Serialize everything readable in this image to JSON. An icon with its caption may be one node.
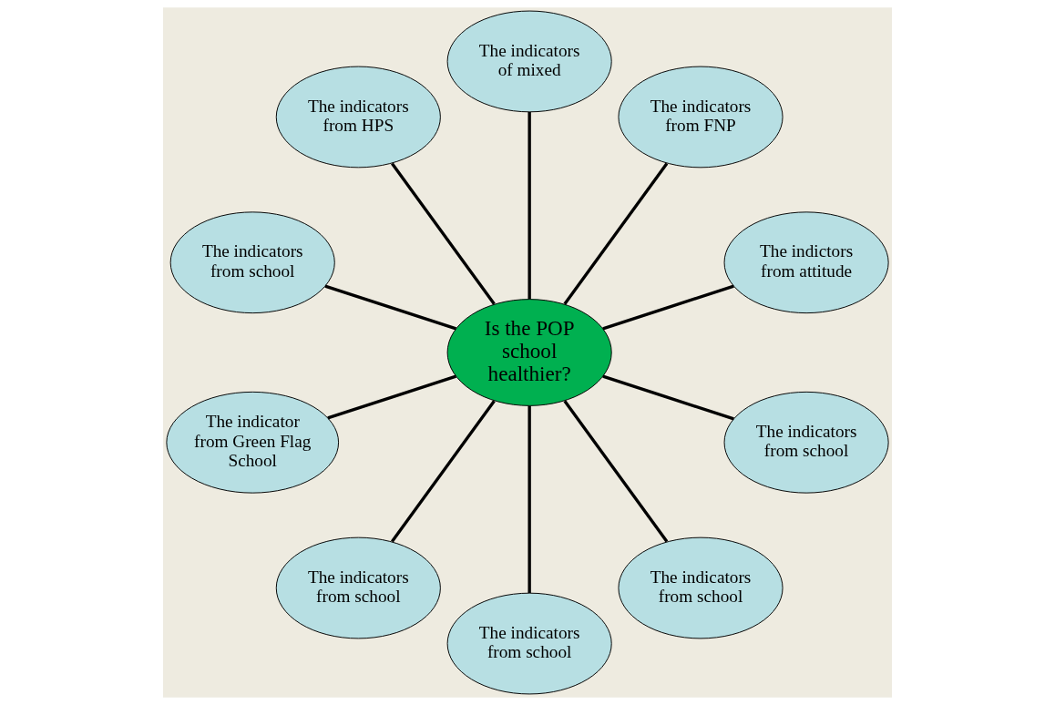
{
  "diagram": {
    "nodes": [
      {
        "text": [
          "Is the POP school healthier?"
        ]
      },
      {
        "text": [
          "The indictors from attitude"
        ]
      },
      {
        "text": [
          "The indicators from FNP"
        ]
      },
      {
        "text": [
          "The indicators of mixed"
        ]
      },
      {
        "text": [
          "The indicators from HPS"
        ]
      },
      {
        "text": [
          "The indicators from school"
        ]
      },
      {
        "text": [
          "The indicator from Green Flag School"
        ]
      },
      {
        "text": [
          "The indicators from school"
        ]
      },
      {
        "text": [
          "The indicators from school"
        ]
      },
      {
        "text": [
          "The indicators from school"
        ]
      },
      {
        "text": [
          "The indicators from school"
        ]
      }
    ],
    "edges": [
      {
        "from": 0,
        "to": 1,
        "arrow": "none"
      },
      {
        "from": 0,
        "to": 3,
        "arrow": "none"
      },
      {
        "from": 0,
        "to": 5,
        "arrow": "none"
      },
      {
        "from": 0,
        "to": 7,
        "arrow": "none"
      },
      {
        "from": 0,
        "to": 9,
        "arrow": "none"
      },
      {
        "from": 0,
        "to": 10,
        "arrow": "none"
      },
      {
        "from": 0,
        "to": 8,
        "arrow": "none"
      },
      {
        "from": 0,
        "to": 6,
        "arrow": "none"
      },
      {
        "from": 0,
        "to": 4,
        "arrow": "none"
      },
      {
        "from": 0,
        "to": 2,
        "arrow": "none"
      }
    ]
  }
}
